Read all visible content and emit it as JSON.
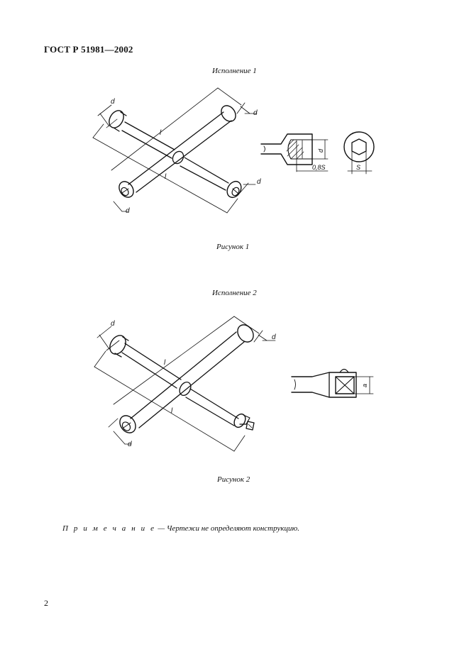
{
  "header": {
    "title": "ГОСТ Р 51981—2002"
  },
  "section1": {
    "caption": "Исполнение 1",
    "figure": "Рисунок 1",
    "labels": {
      "d": "d",
      "l": "l",
      "bs": "0,8S",
      "s": "S"
    }
  },
  "section2": {
    "caption": "Исполнение 2",
    "figure": "Рисунок 2",
    "labels": {
      "d": "d",
      "l": "l",
      "a": "a"
    }
  },
  "note": {
    "prefix": "П р и м е ч а н и е",
    "dash": " — ",
    "text": "Чертежи не определяют конструкцию."
  },
  "page": {
    "number": "2"
  }
}
